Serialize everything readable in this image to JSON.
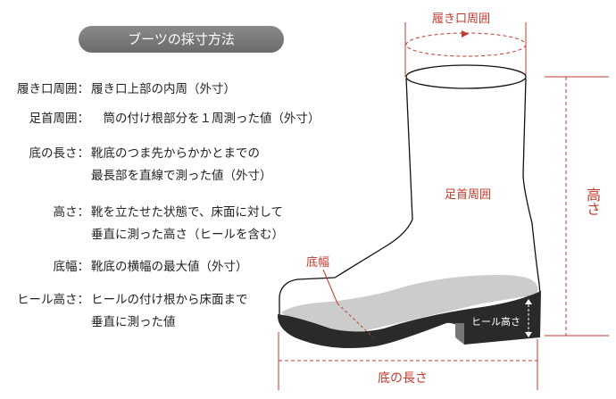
{
  "title": "ブーツの採寸方法",
  "items": [
    {
      "label": "履き口周囲：",
      "lines": [
        "履き口上部の内周（外寸）"
      ]
    },
    {
      "label": "足首周囲：",
      "lines": [
        "　筒の付け根部分を１周測った値（外寸）"
      ]
    },
    {
      "label": "底の長さ：",
      "lines": [
        "靴底のつま先からかかとまでの",
        "最長部を直線で測った値（外寸）"
      ]
    },
    {
      "label": "高さ：",
      "lines": [
        "靴を立たせた状態で、床面に対して",
        "垂直に測った高さ（ヒールを含む）"
      ]
    },
    {
      "label": "底幅：",
      "lines": [
        "靴底の横幅の最大値（外寸）"
      ]
    },
    {
      "label": "ヒール高さ：",
      "lines": [
        "ヒールの付け根から床面まで",
        "垂直に測った値"
      ]
    }
  ],
  "diagram": {
    "opening": "履き口周囲",
    "ankle": "足首周囲",
    "height": "高さ",
    "width": "底幅",
    "heel": "ヒール高さ",
    "length": "底の長さ"
  },
  "colors": {
    "accent": "#c0392b",
    "pill": "#777777",
    "sole": "#2a2a2a",
    "insole": "#cccccc"
  }
}
